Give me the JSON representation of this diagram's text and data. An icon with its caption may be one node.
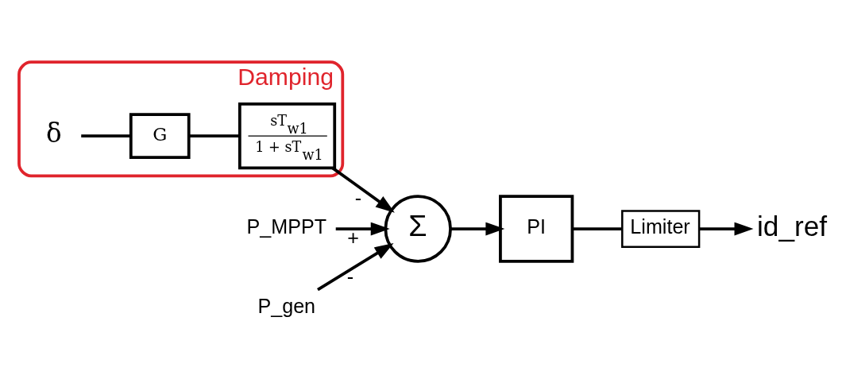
{
  "diagram": {
    "nodes": [
      {
        "text": [
          "Damping"
        ]
      },
      {
        "text": [
          "δ"
        ],
        "in": 0
      },
      {
        "text": [
          "G"
        ],
        "in": 0
      },
      {
        "text": [
          "sT$_{w1}$",
          "1 + sT$_{w1}$"
        ],
        "in": 0
      },
      {
        "text": [
          "Σ"
        ]
      },
      {
        "text": [
          "P_MPPT"
        ]
      },
      {
        "text": [
          "P_gen"
        ]
      },
      {
        "text": [
          "PI"
        ]
      },
      {
        "text": [
          "Limiter"
        ]
      },
      {
        "text": [
          "id_ref"
        ]
      }
    ],
    "edges": [
      {
        "from": 1,
        "to": 2,
        "arrow": "none"
      },
      {
        "from": 2,
        "to": 3,
        "arrow": "none"
      },
      {
        "from": 3,
        "to": 4,
        "arrow": "to",
        "label": "-"
      },
      {
        "from": 5,
        "to": 4,
        "arrow": "to",
        "label": "+"
      },
      {
        "from": 6,
        "to": 4,
        "arrow": "to",
        "label": "-"
      },
      {
        "from": 4,
        "to": 7,
        "arrow": "to"
      },
      {
        "from": 7,
        "to": 8,
        "arrow": "none"
      },
      {
        "from": 8,
        "to": 9,
        "arrow": "to"
      }
    ]
  }
}
